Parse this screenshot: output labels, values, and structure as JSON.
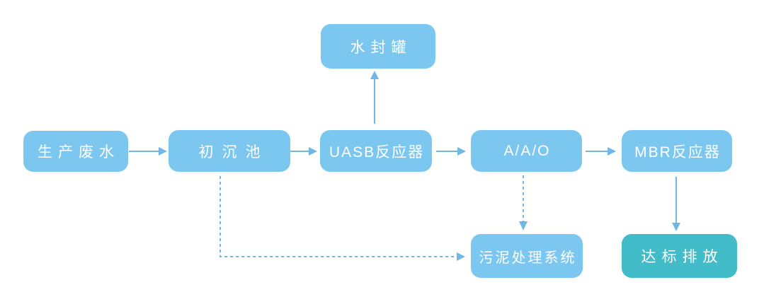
{
  "colors": {
    "background": "#ffffff",
    "node_fill": "#7cc7ef",
    "final_node_fill": "#41bcc8",
    "arrow": "#6fb8e6",
    "node_text": "#ffffff"
  },
  "diagram": {
    "type": "flowchart",
    "nodes": [
      {
        "id": "production-wastewater",
        "label": "生产废水"
      },
      {
        "id": "primary-sedimentation-tank",
        "label": "初沉池"
      },
      {
        "id": "uasb-reactor",
        "label": "UASB反应器"
      },
      {
        "id": "aao-process",
        "label": "A/A/O"
      },
      {
        "id": "mbr-reactor",
        "label": "MBR反应器"
      },
      {
        "id": "water-seal-tank",
        "label": "水封罐"
      },
      {
        "id": "sludge-treatment-system",
        "label": "污泥处理系统"
      },
      {
        "id": "standard-discharge",
        "label": "达标排放"
      }
    ],
    "edges": [
      {
        "from": "生产废水",
        "to": "初沉池",
        "style": "solid"
      },
      {
        "from": "初沉池",
        "to": "UASB反应器",
        "style": "solid"
      },
      {
        "from": "UASB反应器",
        "to": "水封罐",
        "style": "solid"
      },
      {
        "from": "UASB反应器",
        "to": "A/A/O",
        "style": "solid"
      },
      {
        "from": "A/A/O",
        "to": "MBR反应器",
        "style": "solid"
      },
      {
        "from": "MBR反应器",
        "to": "达标排放",
        "style": "solid"
      },
      {
        "from": "A/A/O",
        "to": "污泥处理系统",
        "style": "dashed"
      },
      {
        "from": "初沉池",
        "to": "污泥处理系统",
        "style": "dashed"
      }
    ]
  }
}
